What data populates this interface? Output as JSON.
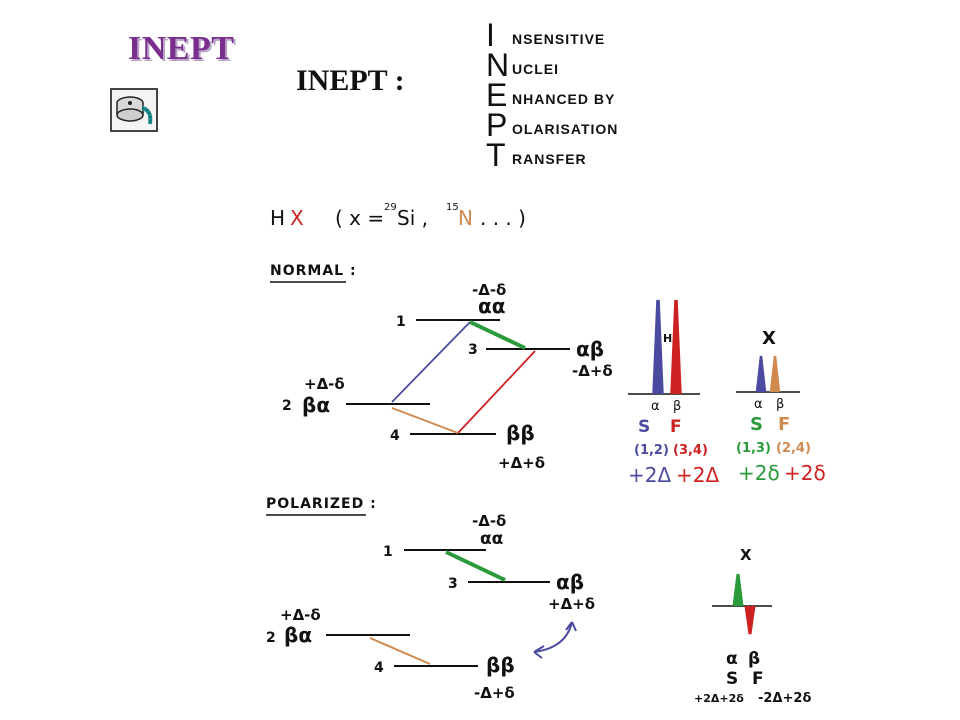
{
  "title": "INEPT",
  "acronym": {
    "heading": "INEPT :",
    "rows": [
      {
        "letter": "I",
        "rest": "NSENSITIVE"
      },
      {
        "letter": "N",
        "rest": "UCLEI"
      },
      {
        "letter": "E",
        "rest": "NHANCED BY"
      },
      {
        "letter": "P",
        "rest": "OLARISATION"
      },
      {
        "letter": "T",
        "rest": "RANSFER"
      }
    ]
  },
  "icons": {
    "movie": "film-reel-icon"
  },
  "colors": {
    "title": "#7a2f8f",
    "blue": "#4a4aa0",
    "red": "#cc2222",
    "green": "#2a9a3a",
    "orange": "#d08a50",
    "ink": "#111111"
  },
  "system": {
    "h": "H",
    "x": "X",
    "open": "( x =",
    "si": "29",
    "si_sym": "Si ,",
    "n": "15",
    "n_sym": "N",
    "close": ". . . )"
  },
  "normal": {
    "heading": "NORMAL :",
    "levels": [
      {
        "num": "1",
        "spin": "αα",
        "energy": "-Δ-δ"
      },
      {
        "num": "2",
        "spin": "βα",
        "energy": "+Δ-δ"
      },
      {
        "num": "3",
        "spin": "αβ",
        "energy": "-Δ+δ"
      },
      {
        "num": "4",
        "spin": "ββ",
        "energy": "+Δ+δ"
      }
    ],
    "spectra": {
      "h_label": "H",
      "x_label": "X",
      "h_peaks": [
        "α",
        "β"
      ],
      "x_peaks": [
        "α",
        "β"
      ],
      "h_sf": [
        "S",
        "F"
      ],
      "x_sf": [
        "S",
        "F"
      ],
      "h_pairs": [
        "(1,2)",
        "(3,4)"
      ],
      "x_pairs": [
        "(1,3)",
        "(2,4)"
      ],
      "h_intensity": [
        "+2Δ",
        "+2Δ"
      ],
      "x_intensity": [
        "+2δ",
        "+2δ"
      ]
    }
  },
  "polarized": {
    "heading": "POLARIZED :",
    "levels": [
      {
        "num": "1",
        "spin": "αα",
        "energy": "-Δ-δ"
      },
      {
        "num": "2",
        "spin": "βα",
        "energy": "+Δ-δ"
      },
      {
        "num": "3",
        "spin": "αβ",
        "energy": "+Δ+δ"
      },
      {
        "num": "4",
        "spin": "ββ",
        "energy": "-Δ+δ"
      }
    ],
    "spectrum": {
      "x_label": "X",
      "peaks": [
        "α",
        "β"
      ],
      "sf": [
        "S",
        "F"
      ],
      "intensity": [
        "+2Δ+2δ",
        "-2Δ+2δ"
      ]
    }
  }
}
